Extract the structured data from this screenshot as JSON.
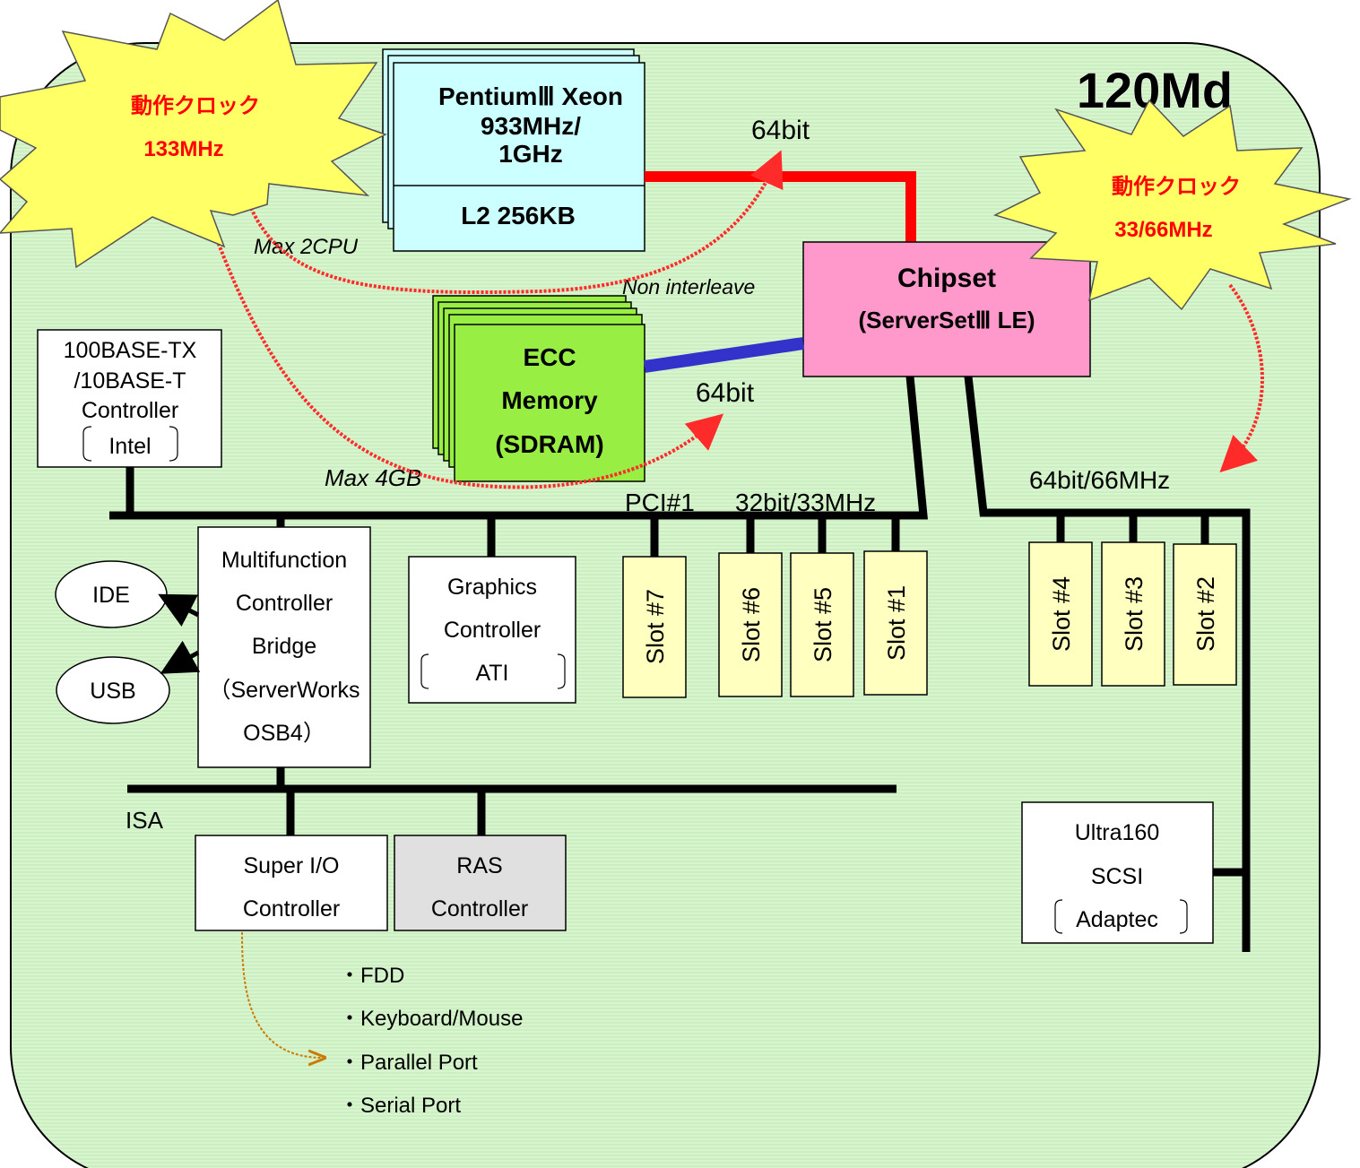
{
  "model": "120Md",
  "burst_left": {
    "line1": "動作クロック",
    "line2": "133MHz"
  },
  "burst_right": {
    "line1": "動作クロック",
    "line2": "33/66MHz"
  },
  "cpu": {
    "line1": "PentiumⅢ  Xeon",
    "line2": "933MHz/",
    "line3": "1GHz",
    "cache": "L2   256KB",
    "max": "Max 2CPU"
  },
  "cpu_bus_width": "64bit",
  "non_interleave": "Non interleave",
  "chipset": {
    "line1": "Chipset",
    "line2": "(ServerSetⅢ  LE)"
  },
  "memory": {
    "line1": "ECC",
    "line2": "Memory",
    "line3": "(SDRAM)",
    "max": "Max 4GB"
  },
  "memory_bus_width": "64bit",
  "lan": {
    "line1": "100BASE-TX",
    "line2": "/10BASE-T",
    "line3": "Controller",
    "line4": "Intel"
  },
  "pci1": {
    "name": "PCI#1",
    "spec": "32bit/33MHz"
  },
  "pci_64": {
    "spec": "64bit/66MHz"
  },
  "multifunction": {
    "line1": "Multifunction",
    "line2": "Controller",
    "line3": "Bridge",
    "line4": "（ServerWorks",
    "line5": "OSB4）"
  },
  "ide": "IDE",
  "usb": "USB",
  "graphics": {
    "line1": "Graphics",
    "line2": "Controller",
    "line3": "ATI"
  },
  "slots": {
    "s7": "Slot #7",
    "s6": "Slot #6",
    "s5": "Slot #5",
    "s1": "Slot #1",
    "s4": "Slot #4",
    "s3": "Slot #3",
    "s2": "Slot #2"
  },
  "isa": "ISA",
  "super_io": {
    "line1": "Super I/O",
    "line2": "Controller"
  },
  "ras": {
    "line1": "RAS",
    "line2": "Controller"
  },
  "scsi": {
    "line1": "Ultra160",
    "line2": "SCSI",
    "line3": "Adaptec"
  },
  "legacy_ports": [
    "・FDD",
    "・Keyboard/Mouse",
    "・Parallel Port",
    "・Serial Port"
  ],
  "colors": {
    "board": "#d9f5d0",
    "cpu": "#ccffff",
    "memory": "#99ee44",
    "chipset": "#ff99cc",
    "slot": "#ffffc0",
    "burst": "#ffff66",
    "ras": "#e0e0e0",
    "red_bus": "#ff0000",
    "blue_bus": "#3333cc"
  }
}
